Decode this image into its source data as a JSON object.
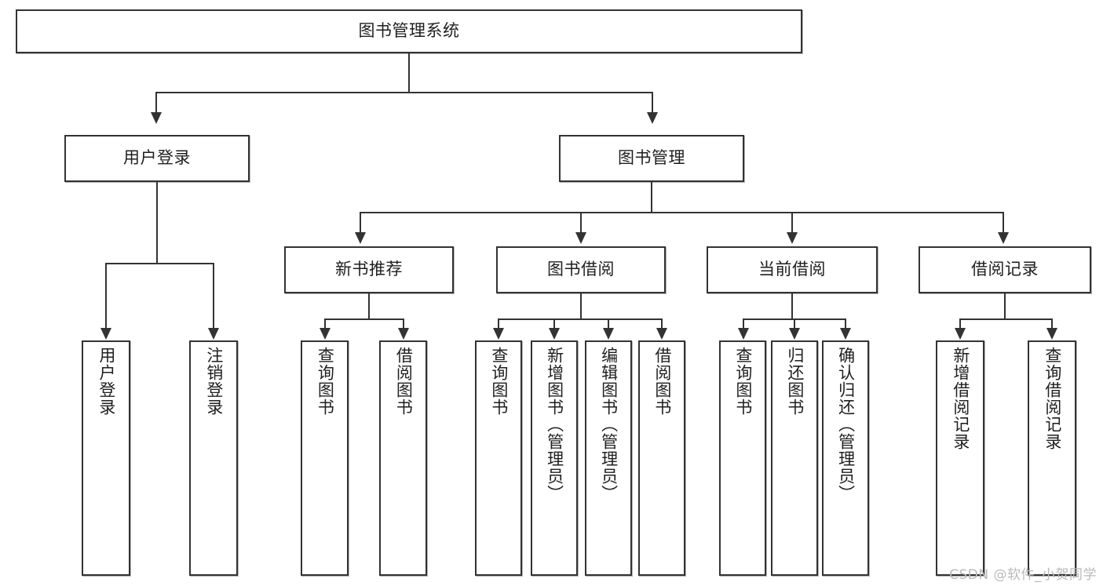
{
  "diagram": {
    "title": "图书管理系统",
    "type": "tree-hierarchy-chart",
    "root": {
      "label": "图书管理系统"
    },
    "level1": [
      {
        "label": "用户登录"
      },
      {
        "label": "图书管理"
      }
    ],
    "level2": [
      {
        "label": "新书推荐"
      },
      {
        "label": "图书借阅"
      },
      {
        "label": "当前借阅"
      },
      {
        "label": "借阅记录"
      }
    ],
    "leaves": {
      "user_login": [
        {
          "label": "用户登录"
        },
        {
          "label": "注销登录"
        }
      ],
      "new_book_recommend": [
        {
          "label": "查询图书"
        },
        {
          "label": "借阅图书"
        }
      ],
      "book_borrow": [
        {
          "label": "查询图书"
        },
        {
          "label": "新增图书（管理员）"
        },
        {
          "label": "编辑图书（管理员）"
        },
        {
          "label": "借阅图书"
        }
      ],
      "current_borrow": [
        {
          "label": "查询图书"
        },
        {
          "label": "归还图书"
        },
        {
          "label": "确认归还（管理员）"
        }
      ],
      "borrow_record": [
        {
          "label": "新增借阅记录"
        },
        {
          "label": "查询借阅记录"
        }
      ]
    }
  },
  "watermark": {
    "text": "CSDN @软件_小贺同学"
  },
  "colors": {
    "stroke": "#333333",
    "background": "#ffffff",
    "text": "#1f1f1f",
    "watermark": "#b9b9b9"
  }
}
